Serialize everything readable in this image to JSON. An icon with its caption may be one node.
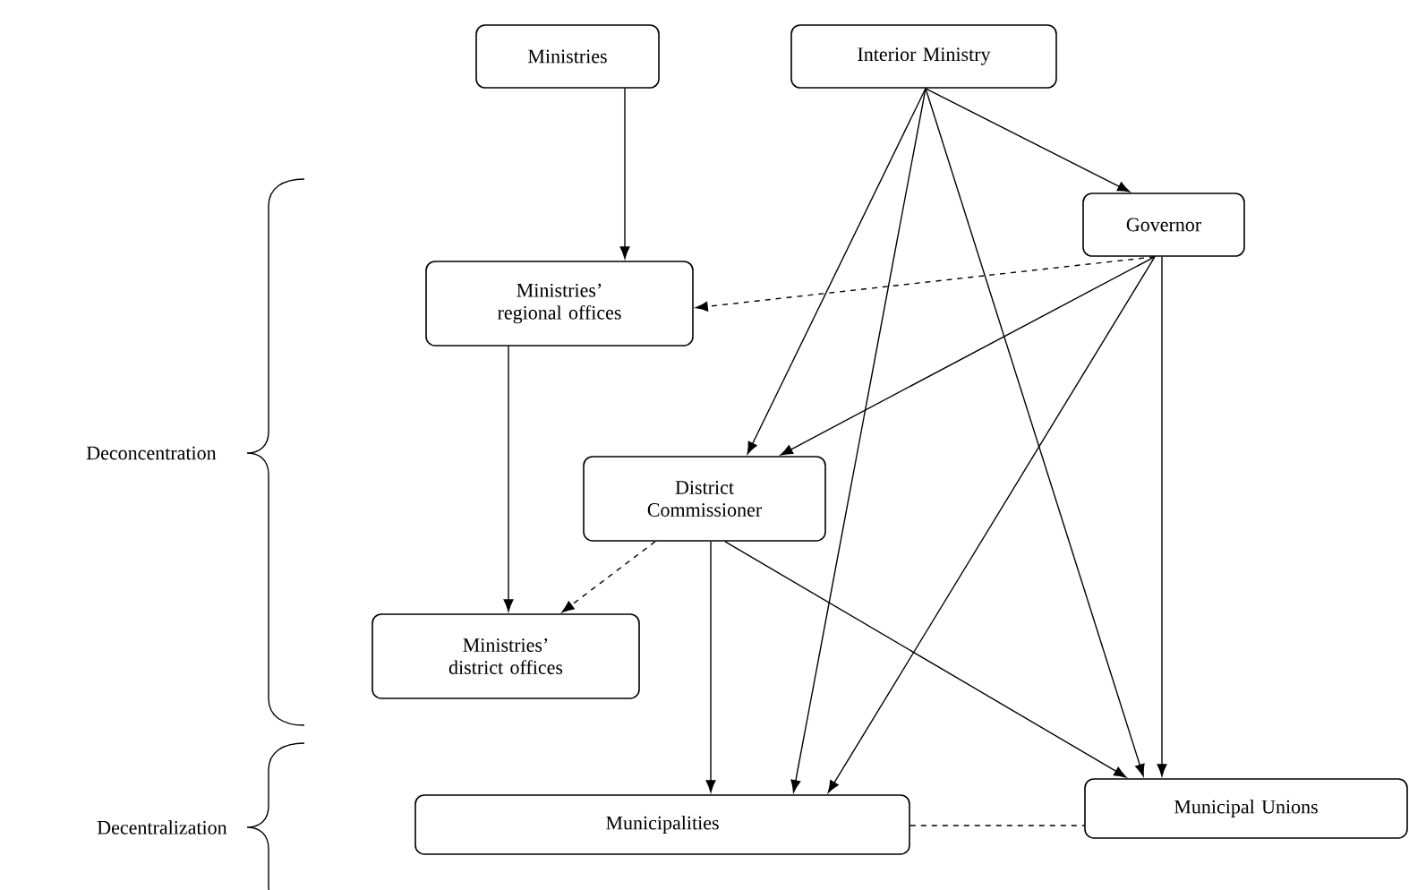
{
  "diagram": {
    "nodes": [
      {
        "text": [
          "Ministries"
        ]
      },
      {
        "text": [
          "Interior Ministry"
        ]
      },
      {
        "text": [
          "Governor"
        ]
      },
      {
        "text": [
          "Ministries’ regional offices"
        ]
      },
      {
        "text": [
          "District Commissioner"
        ]
      },
      {
        "text": [
          "Ministries’ district offices"
        ]
      },
      {
        "text": [
          "Municipalities"
        ]
      },
      {
        "text": [
          "Municipal Unions"
        ]
      }
    ],
    "edges": [
      {
        "from": 0,
        "to": 3,
        "arrow": "to"
      },
      {
        "from": 1,
        "to": 2,
        "arrow": "to"
      },
      {
        "from": 1,
        "to": 4,
        "arrow": "to"
      },
      {
        "from": 1,
        "to": 6,
        "arrow": "to"
      },
      {
        "from": 1,
        "to": 7,
        "arrow": "to"
      },
      {
        "from": 2,
        "to": 3,
        "arrow": "to",
        "style": "dashed"
      },
      {
        "from": 2,
        "to": 4,
        "arrow": "to"
      },
      {
        "from": 2,
        "to": 6,
        "arrow": "to"
      },
      {
        "from": 2,
        "to": 7,
        "arrow": "to"
      },
      {
        "from": 3,
        "to": 5,
        "arrow": "to"
      },
      {
        "from": 4,
        "to": 5,
        "arrow": "to",
        "style": "dashed"
      },
      {
        "from": 4,
        "to": 6,
        "arrow": "to"
      },
      {
        "from": 4,
        "to": 7,
        "arrow": "to"
      },
      {
        "from": 6,
        "to": 7,
        "arrow": "none",
        "style": "dashed"
      }
    ],
    "labels": [
      "Deconcentration",
      "Decentralization"
    ]
  }
}
